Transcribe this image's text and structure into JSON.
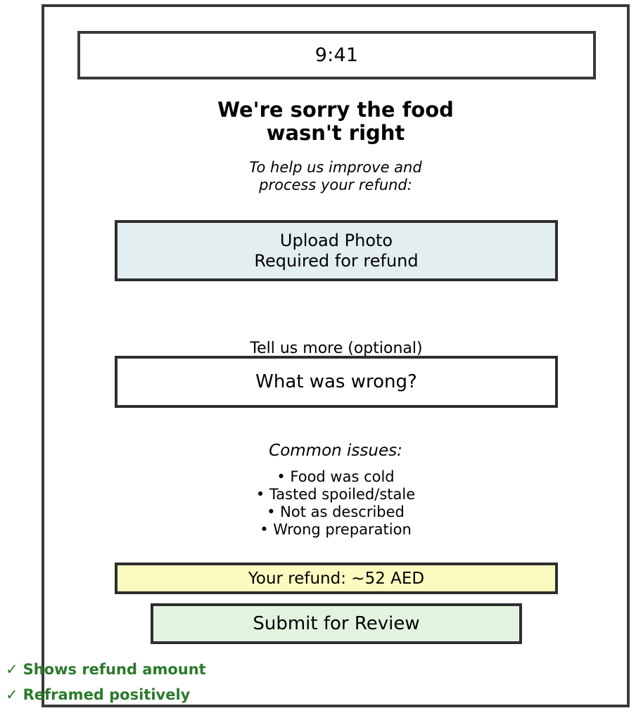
{
  "status_bar": {
    "time": "9:41"
  },
  "header": {
    "title_line_1": "We're sorry the food",
    "title_line_2": "wasn't right",
    "subtitle_line_1": "To help us improve and",
    "subtitle_line_2": "process your refund:"
  },
  "upload": {
    "label": "Upload Photo",
    "hint": "Required for refund",
    "fill_color": "#e3eef1"
  },
  "feedback": {
    "label": "Tell us more (optional)",
    "placeholder": "What was wrong?"
  },
  "issues": {
    "title": "Common issues:",
    "items": [
      "• Food was cold",
      "• Tasted spoiled/stale",
      "• Not as described",
      "• Wrong preparation"
    ]
  },
  "refund": {
    "text": "Your refund: ~52 AED",
    "fill_color": "#fbfbc0"
  },
  "submit": {
    "label": "Submit for Review",
    "fill_color": "#e2f4e0"
  },
  "annotations": {
    "color": "#2a7a2a",
    "check_glyph": "✓",
    "items": [
      "Shows refund amount",
      "Reframed positively"
    ]
  }
}
